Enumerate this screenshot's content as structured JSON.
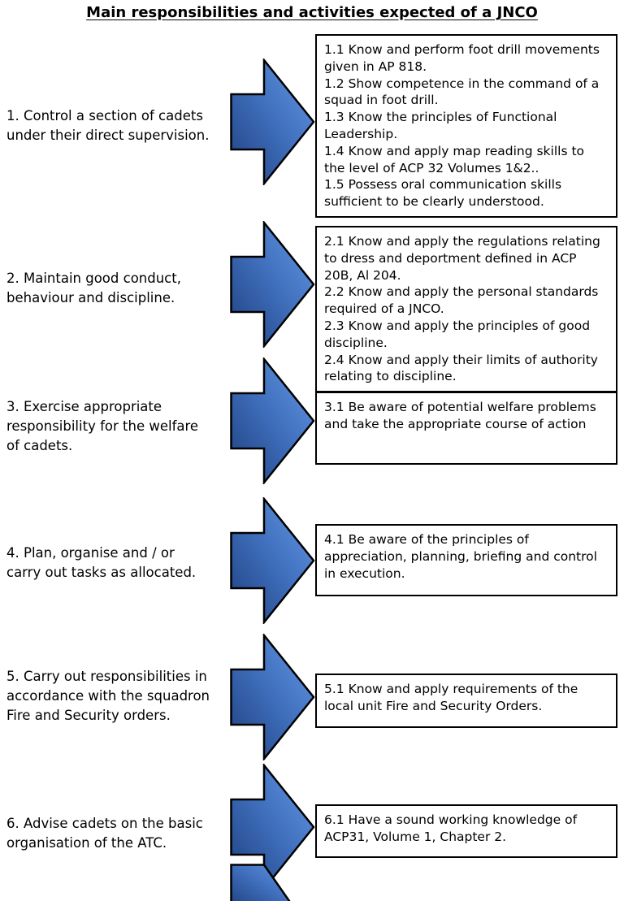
{
  "title": "Main responsibilities and activities expected of a JNCO",
  "colors": {
    "arrow_gradient_dark": "#1e4080",
    "arrow_gradient_mid": "#4272c0",
    "arrow_gradient_light": "#659ae8",
    "outline": "#000000",
    "background": "#ffffff"
  },
  "rows": [
    {
      "responsibility": "1. Control a section of cadets\nunder their direct supervision.",
      "activities": "1.1 Know and perform foot drill movements given in AP 818.\n1.2 Show competence in the command of a squad in foot drill.\n1.3 Know the principles of Functional Leadership.\n1.4 Know and apply map reading skills to the level of ACP 32 Volumes 1&2..\n1.5 Possess oral communication skills sufficient to be clearly understood."
    },
    {
      "responsibility": "2. Maintain good conduct,\nbehaviour and discipline.",
      "activities": "2.1 Know and apply the regulations relating to dress and deportment defined in ACP 20B, Al 204.\n2.2 Know and apply the personal standards required of a JNCO.\n2.3 Know and apply the principles of good discipline.\n2.4 Know and apply their limits of authority relating to discipline."
    },
    {
      "responsibility": "3. Exercise appropriate\nresponsibility for the welfare\nof cadets.",
      "activities": "3.1 Be aware of potential welfare problems and take the appropriate course of action"
    },
    {
      "responsibility": "4. Plan, organise and / or\ncarry out tasks as allocated.",
      "activities": "4.1 Be aware of the principles of appreciation, planning, briefing and control in execution."
    },
    {
      "responsibility": "5. Carry out responsibilities in\naccordance with the squadron\nFire and Security orders.",
      "activities": "5.1 Know and apply requirements of the local unit Fire and Security Orders."
    },
    {
      "responsibility": "6. Advise cadets on the basic\norganisation of the ATC.",
      "activities": "6.1 Have a sound working knowledge of ACP31, Volume 1, Chapter 2."
    }
  ]
}
